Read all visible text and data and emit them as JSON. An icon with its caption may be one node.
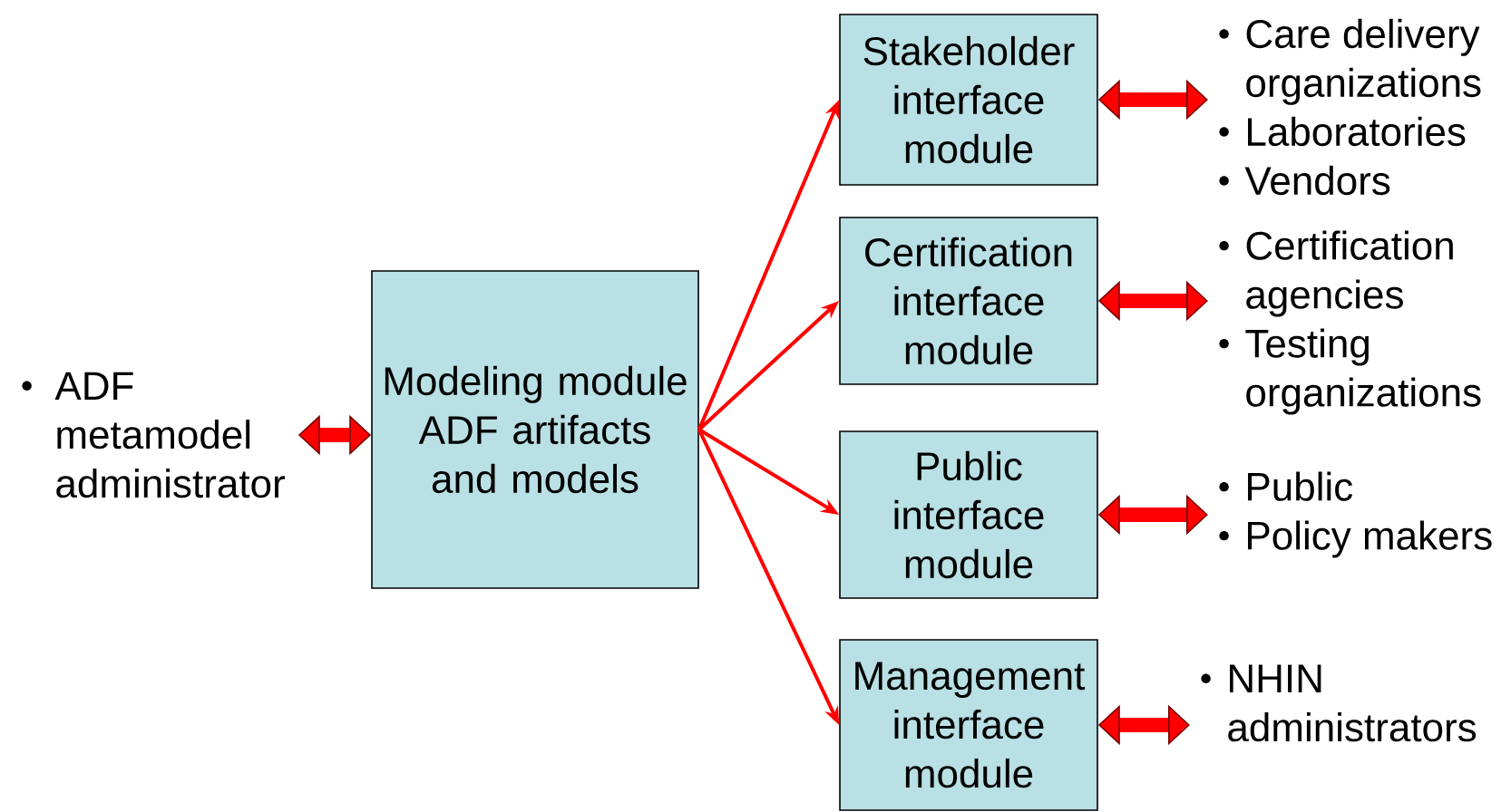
{
  "diagram": {
    "nodes": [
      {
        "text": [
          "ADF metamodel administrator"
        ]
      },
      {
        "text": [
          "Modeling module ADF artifacts and models"
        ]
      },
      {
        "text": [
          "Stakeholder interface module"
        ]
      },
      {
        "text": [
          "Certification interface module"
        ]
      },
      {
        "text": [
          "Public interface module"
        ]
      },
      {
        "text": [
          "Management interface module"
        ]
      },
      {
        "text": [
          "Care delivery organizations",
          "Laboratories",
          "Vendors"
        ]
      },
      {
        "text": [
          "Certification agencies",
          "Testing organizations"
        ]
      },
      {
        "text": [
          "Public",
          "Policy makers"
        ]
      },
      {
        "text": [
          "NHIN administrators"
        ]
      }
    ],
    "edges": [
      {
        "from": 0,
        "to": 1,
        "arrow": "both"
      },
      {
        "from": 1,
        "to": 2,
        "arrow": "to"
      },
      {
        "from": 1,
        "to": 3,
        "arrow": "to"
      },
      {
        "from": 1,
        "to": 4,
        "arrow": "to"
      },
      {
        "from": 1,
        "to": 5,
        "arrow": "to"
      },
      {
        "from": 2,
        "to": 6,
        "arrow": "both"
      },
      {
        "from": 3,
        "to": 7,
        "arrow": "both"
      },
      {
        "from": 4,
        "to": 8,
        "arrow": "both"
      },
      {
        "from": 5,
        "to": 9,
        "arrow": "both"
      }
    ]
  }
}
